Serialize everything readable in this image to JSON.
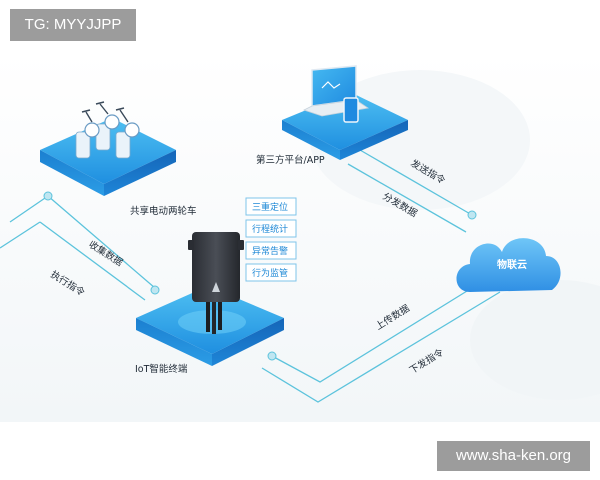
{
  "watermark_top_left": "TG: MYYJJPP",
  "watermark_bottom_right": "www.sha-ken.org",
  "nodes": {
    "ebike": "共享电动两轮车",
    "platform": "第三方平台/APP",
    "cloud": "物联云",
    "terminal": "IoT智能终端"
  },
  "edges": {
    "collect": "收集数据",
    "execute": "执行指令",
    "send": "发送指令",
    "distribute": "分发数据",
    "upload": "上传数据",
    "dispatch": "下发指令"
  },
  "features": [
    "三重定位",
    "行程统计",
    "异常告警",
    "行为监管"
  ],
  "colors": {
    "accent": "#1e88d6",
    "line": "#5cc3dc",
    "platform_top": "#2aa6ea",
    "cloud": "#3fa6ee"
  }
}
